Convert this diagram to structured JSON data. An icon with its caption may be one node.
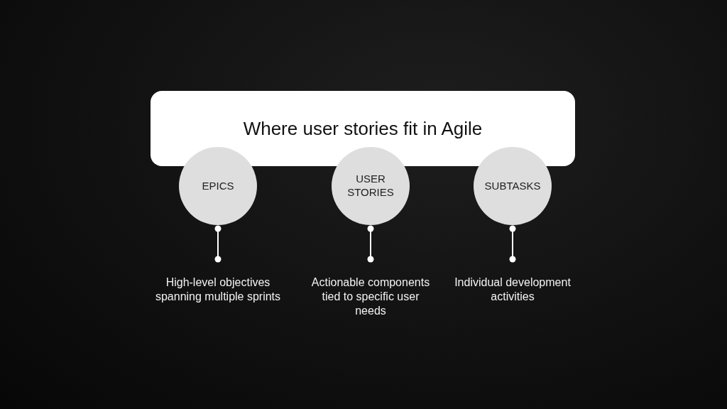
{
  "diagram": {
    "nodes": [
      {
        "text": [
          "Where user stories fit in Agile"
        ]
      },
      {
        "text": [
          "EPICS"
        ]
      },
      {
        "text": [
          "USER STORIES"
        ]
      },
      {
        "text": [
          "SUBTASKS"
        ]
      },
      {
        "text": [
          "High-level objectives spanning multiple sprints"
        ]
      },
      {
        "text": [
          "Actionable components tied to specific user needs"
        ]
      },
      {
        "text": [
          "Individual development activities"
        ]
      }
    ],
    "edges": [
      {
        "from": 1,
        "to": 4,
        "arrow": "other"
      },
      {
        "from": 2,
        "to": 5,
        "arrow": "other"
      },
      {
        "from": 3,
        "to": 6,
        "arrow": "other"
      }
    ]
  }
}
